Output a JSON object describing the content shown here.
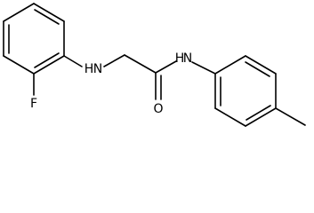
{
  "atoms": {
    "fluorine": "F",
    "amine_nh": "H",
    "amine_n": "N",
    "amide_nh": "H",
    "amide_n": "N",
    "carbonyl_o": "O"
  },
  "colors": {
    "bond": "#000000",
    "background": "#ffffff"
  }
}
